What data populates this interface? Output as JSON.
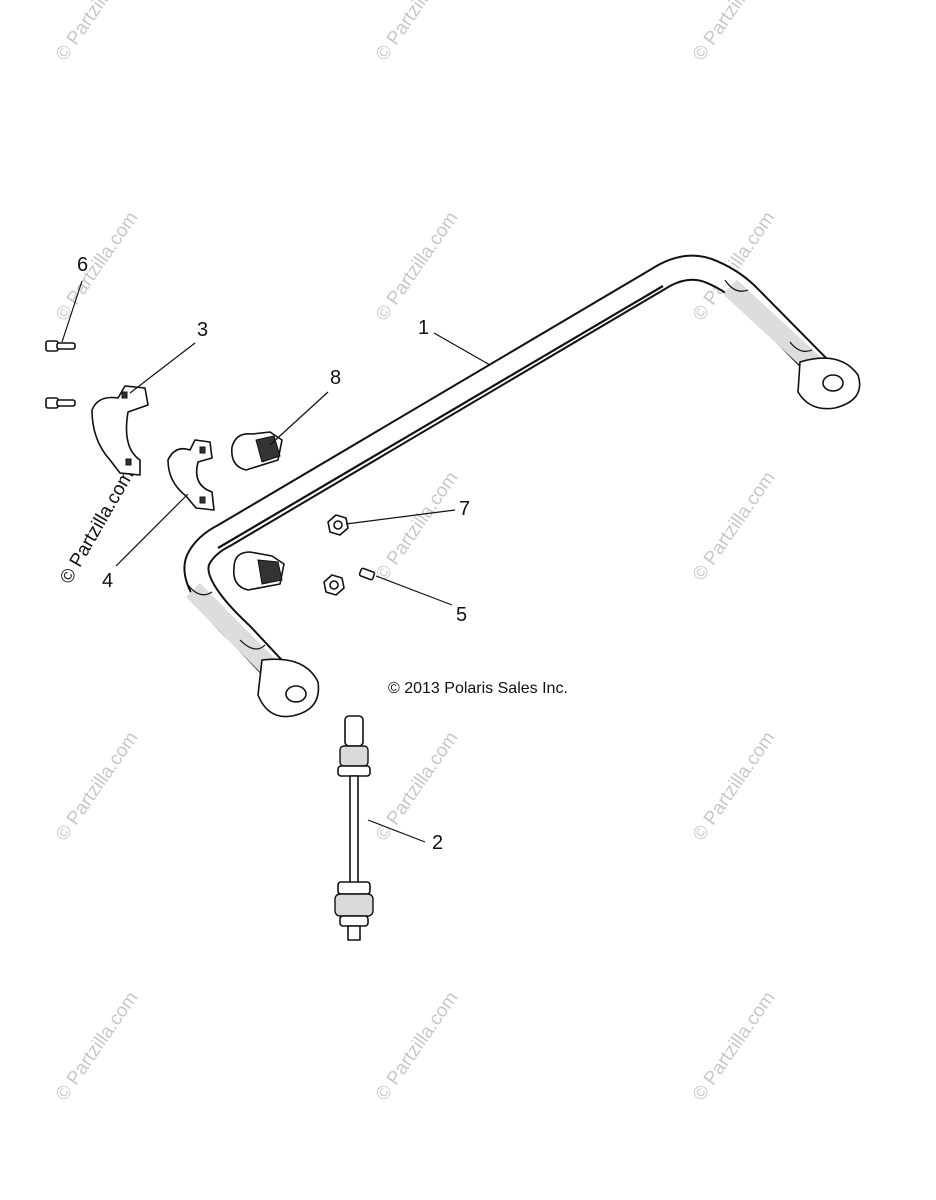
{
  "watermark": {
    "text": "© Partzilla.com"
  },
  "copyright": "© 2013 Polaris Sales Inc.",
  "callouts": [
    {
      "id": "1",
      "label": "1",
      "part": "stabilizer-bar"
    },
    {
      "id": "2",
      "label": "2",
      "part": "link-rod"
    },
    {
      "id": "3",
      "label": "3",
      "part": "bracket-clamp-upper"
    },
    {
      "id": "4",
      "label": "4",
      "part": "bracket-clamp-lower"
    },
    {
      "id": "5",
      "label": "5",
      "part": "set-screw"
    },
    {
      "id": "6",
      "label": "6",
      "part": "flange-bolt"
    },
    {
      "id": "7",
      "label": "7",
      "part": "flange-nut"
    },
    {
      "id": "8",
      "label": "8",
      "part": "bushing"
    }
  ],
  "colors": {
    "line": "#111111",
    "watermark": "#c8c8c8",
    "background": "#ffffff"
  }
}
